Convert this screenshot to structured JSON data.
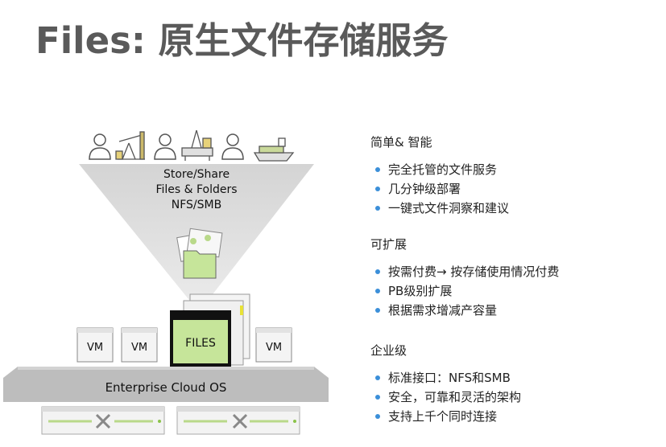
{
  "title": "Files: 原生文件存储服务",
  "diagram": {
    "funnel_lines": [
      "Store/Share",
      "Files & Folders",
      "NFS/SMB"
    ],
    "files_label": "FILES",
    "vm_label": "VM",
    "os_label": "Enterprise Cloud OS"
  },
  "sections": [
    {
      "heading": "简单& 智能",
      "items": [
        "完全托管的文件服务",
        "几分钟级部署",
        "一键式文件洞察和建议"
      ]
    },
    {
      "heading": "可扩展",
      "items": [
        "按需付费→ 按存储使用情况付费",
        "PB级别扩展",
        "根据需求增减产容量"
      ]
    },
    {
      "heading": "企业级",
      "items": [
        "标准接口：NFS和SMB",
        "安全，可靠和灵活的架构",
        "支持上千个同时连接"
      ]
    }
  ],
  "colors": {
    "accent_bullet": "#3b8fd9",
    "files_fill": "#c6e59a",
    "title": "#5a5a5a",
    "platform": "#bdbdbd"
  }
}
